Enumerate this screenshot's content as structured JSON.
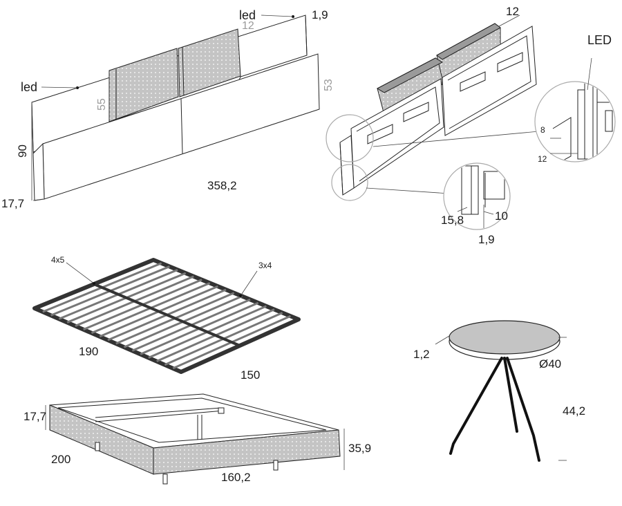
{
  "headboard_flat": {
    "led_top": "led",
    "led_left": "led",
    "thickness": "1,9",
    "panel_depth": "12",
    "cushion_height": "55",
    "panel_height": "53",
    "total_height": "90",
    "base_height": "17,7",
    "width": "358,2"
  },
  "headboard_3d": {
    "top_depth": "12",
    "led_label": "LED",
    "detail_a": "8",
    "detail_b": "12",
    "detail_c": "15,8",
    "detail_d": "10",
    "detail_e": "1,9"
  },
  "slatted_base": {
    "slat_a": "4x5",
    "slat_b": "3x4",
    "length": "190",
    "width": "150"
  },
  "bed_frame": {
    "height_top": "17,7",
    "length": "200",
    "width": "160,2",
    "total_height": "35,9"
  },
  "side_table": {
    "top_thickness": "1,2",
    "diameter": "Ø40",
    "height": "44,2"
  },
  "colors": {
    "line": "#222222",
    "cushion_fill": "#bdbdbd",
    "gray_text": "#9a9a9a"
  }
}
